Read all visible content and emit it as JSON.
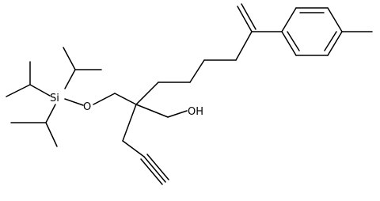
{
  "structure": {
    "colors": {
      "bond": "#000000",
      "background": "#ffffff"
    },
    "atom_labels": {
      "silicon": "Si",
      "ether_oxygen": "O",
      "hydroxyl": "OH"
    }
  }
}
